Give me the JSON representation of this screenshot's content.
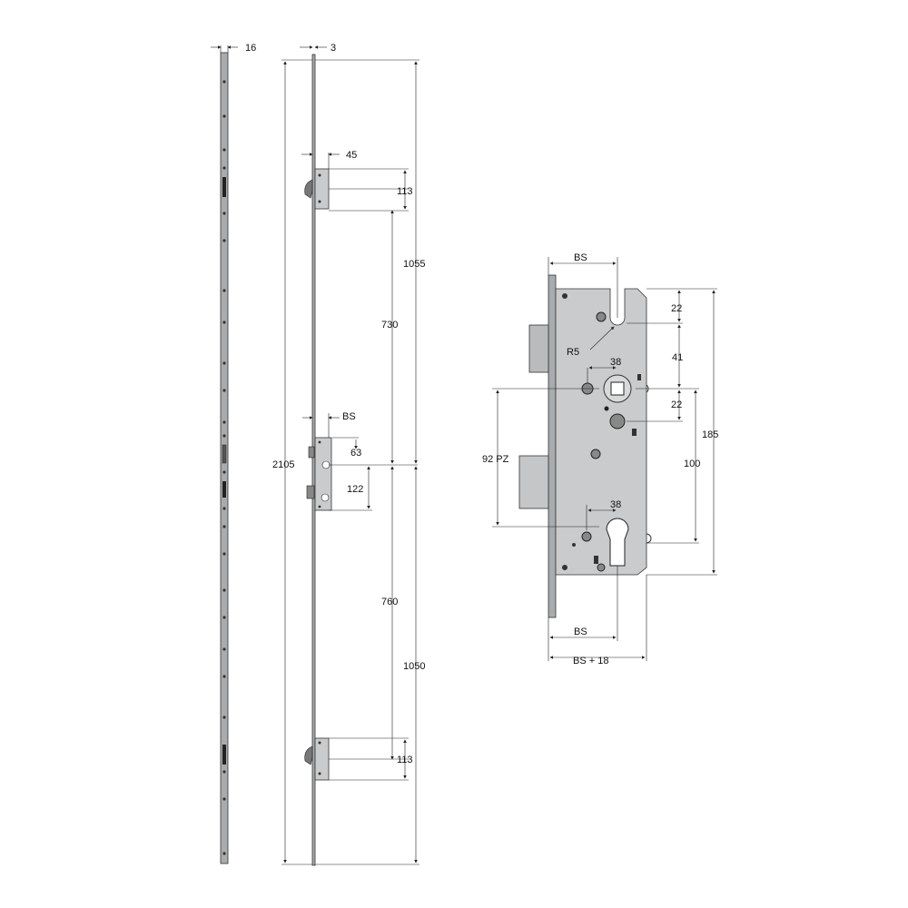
{
  "dimensions": {
    "front_width": "16",
    "faceplate_thickness": "3",
    "hook_projection": "45",
    "top_hook_height": "113",
    "top_total": "1055",
    "top_distance": "730",
    "total_length": "2105",
    "backset_side": "BS",
    "handle_offset": "63",
    "lock_height": "122",
    "bottom_distance": "760",
    "bottom_total": "1050",
    "bottom_hook_height": "113",
    "bs_top": "BS",
    "d22_top": "22",
    "radius": "R5",
    "d38_top": "38",
    "d41": "41",
    "d22_mid": "22",
    "d185": "185",
    "pz": "92 PZ",
    "d100": "100",
    "d38_bottom": "38",
    "bs_bottom": "BS",
    "bs_plus": "BS + 18"
  },
  "colors": {
    "plate": "#a9acae",
    "body": "#c9cbcd",
    "line": "#222222"
  }
}
